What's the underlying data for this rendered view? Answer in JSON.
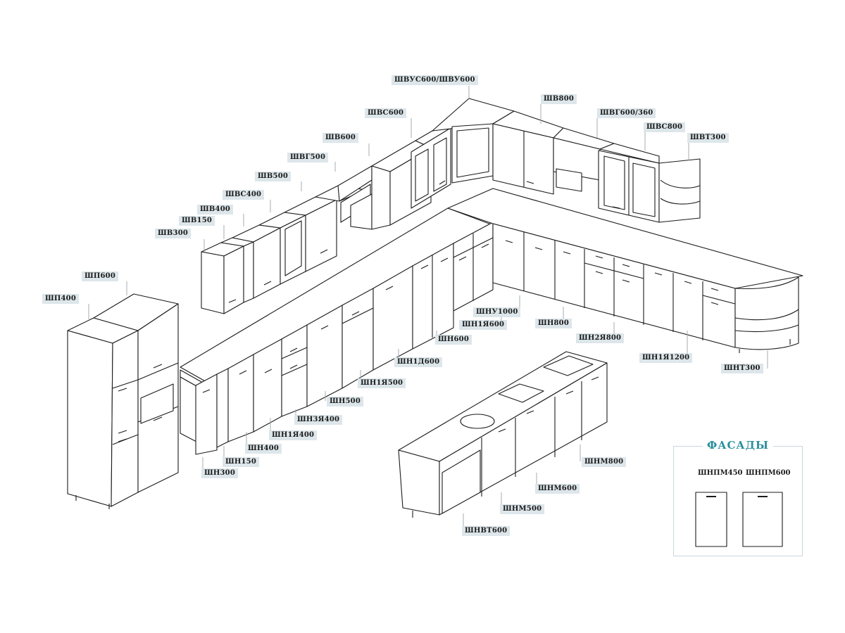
{
  "diagram": {
    "labels": [
      {
        "id": "shvus600",
        "text": "ШВУС600/ШВУ600"
      },
      {
        "id": "shvs600",
        "text": "ШВС600"
      },
      {
        "id": "shv800",
        "text": "ШВ800"
      },
      {
        "id": "shvg600",
        "text": "ШВГ600/360"
      },
      {
        "id": "shvs800",
        "text": "ШВС800"
      },
      {
        "id": "shvt300",
        "text": "ШВТ300"
      },
      {
        "id": "shv600",
        "text": "ШВ600"
      },
      {
        "id": "shvg500",
        "text": "ШВГ500"
      },
      {
        "id": "shv500",
        "text": "ШВ500"
      },
      {
        "id": "shvs400",
        "text": "ШВС400"
      },
      {
        "id": "shv400",
        "text": "ШВ400"
      },
      {
        "id": "shv150",
        "text": "ШВ150"
      },
      {
        "id": "shv300",
        "text": "ШВ300"
      },
      {
        "id": "shp600",
        "text": "ШП600"
      },
      {
        "id": "shp400",
        "text": "ШП400"
      },
      {
        "id": "shnu1000",
        "text": "ШНУ1000"
      },
      {
        "id": "shn1ya600",
        "text": "ШН1Я600"
      },
      {
        "id": "shn800",
        "text": "ШН800"
      },
      {
        "id": "shn600",
        "text": "ШН600"
      },
      {
        "id": "shn2ya800",
        "text": "ШН2Я800"
      },
      {
        "id": "shn1d600",
        "text": "ШН1Д600"
      },
      {
        "id": "shn1ya1200",
        "text": "ШН1Я1200"
      },
      {
        "id": "shnt300",
        "text": "ШНТ300"
      },
      {
        "id": "shn1ya500",
        "text": "ШН1Я500"
      },
      {
        "id": "shn500",
        "text": "ШН500"
      },
      {
        "id": "shn3ya400",
        "text": "ШН3Я400"
      },
      {
        "id": "shn1ya400",
        "text": "ШН1Я400"
      },
      {
        "id": "shn400",
        "text": "ШН400"
      },
      {
        "id": "shn150",
        "text": "ШН150"
      },
      {
        "id": "shn300",
        "text": "ШН300"
      },
      {
        "id": "shnm800",
        "text": "ШНМ800"
      },
      {
        "id": "shnm600",
        "text": "ШНМ600"
      },
      {
        "id": "shnm500",
        "text": "ШНМ500"
      },
      {
        "id": "shnvt600",
        "text": "ШНВТ600"
      }
    ]
  },
  "facades": {
    "title": "ФАСАДЫ",
    "items": [
      {
        "id": "shnpm450",
        "label": "ШНПМ450"
      },
      {
        "id": "shnpm600",
        "label": "ШНПМ600"
      }
    ]
  }
}
